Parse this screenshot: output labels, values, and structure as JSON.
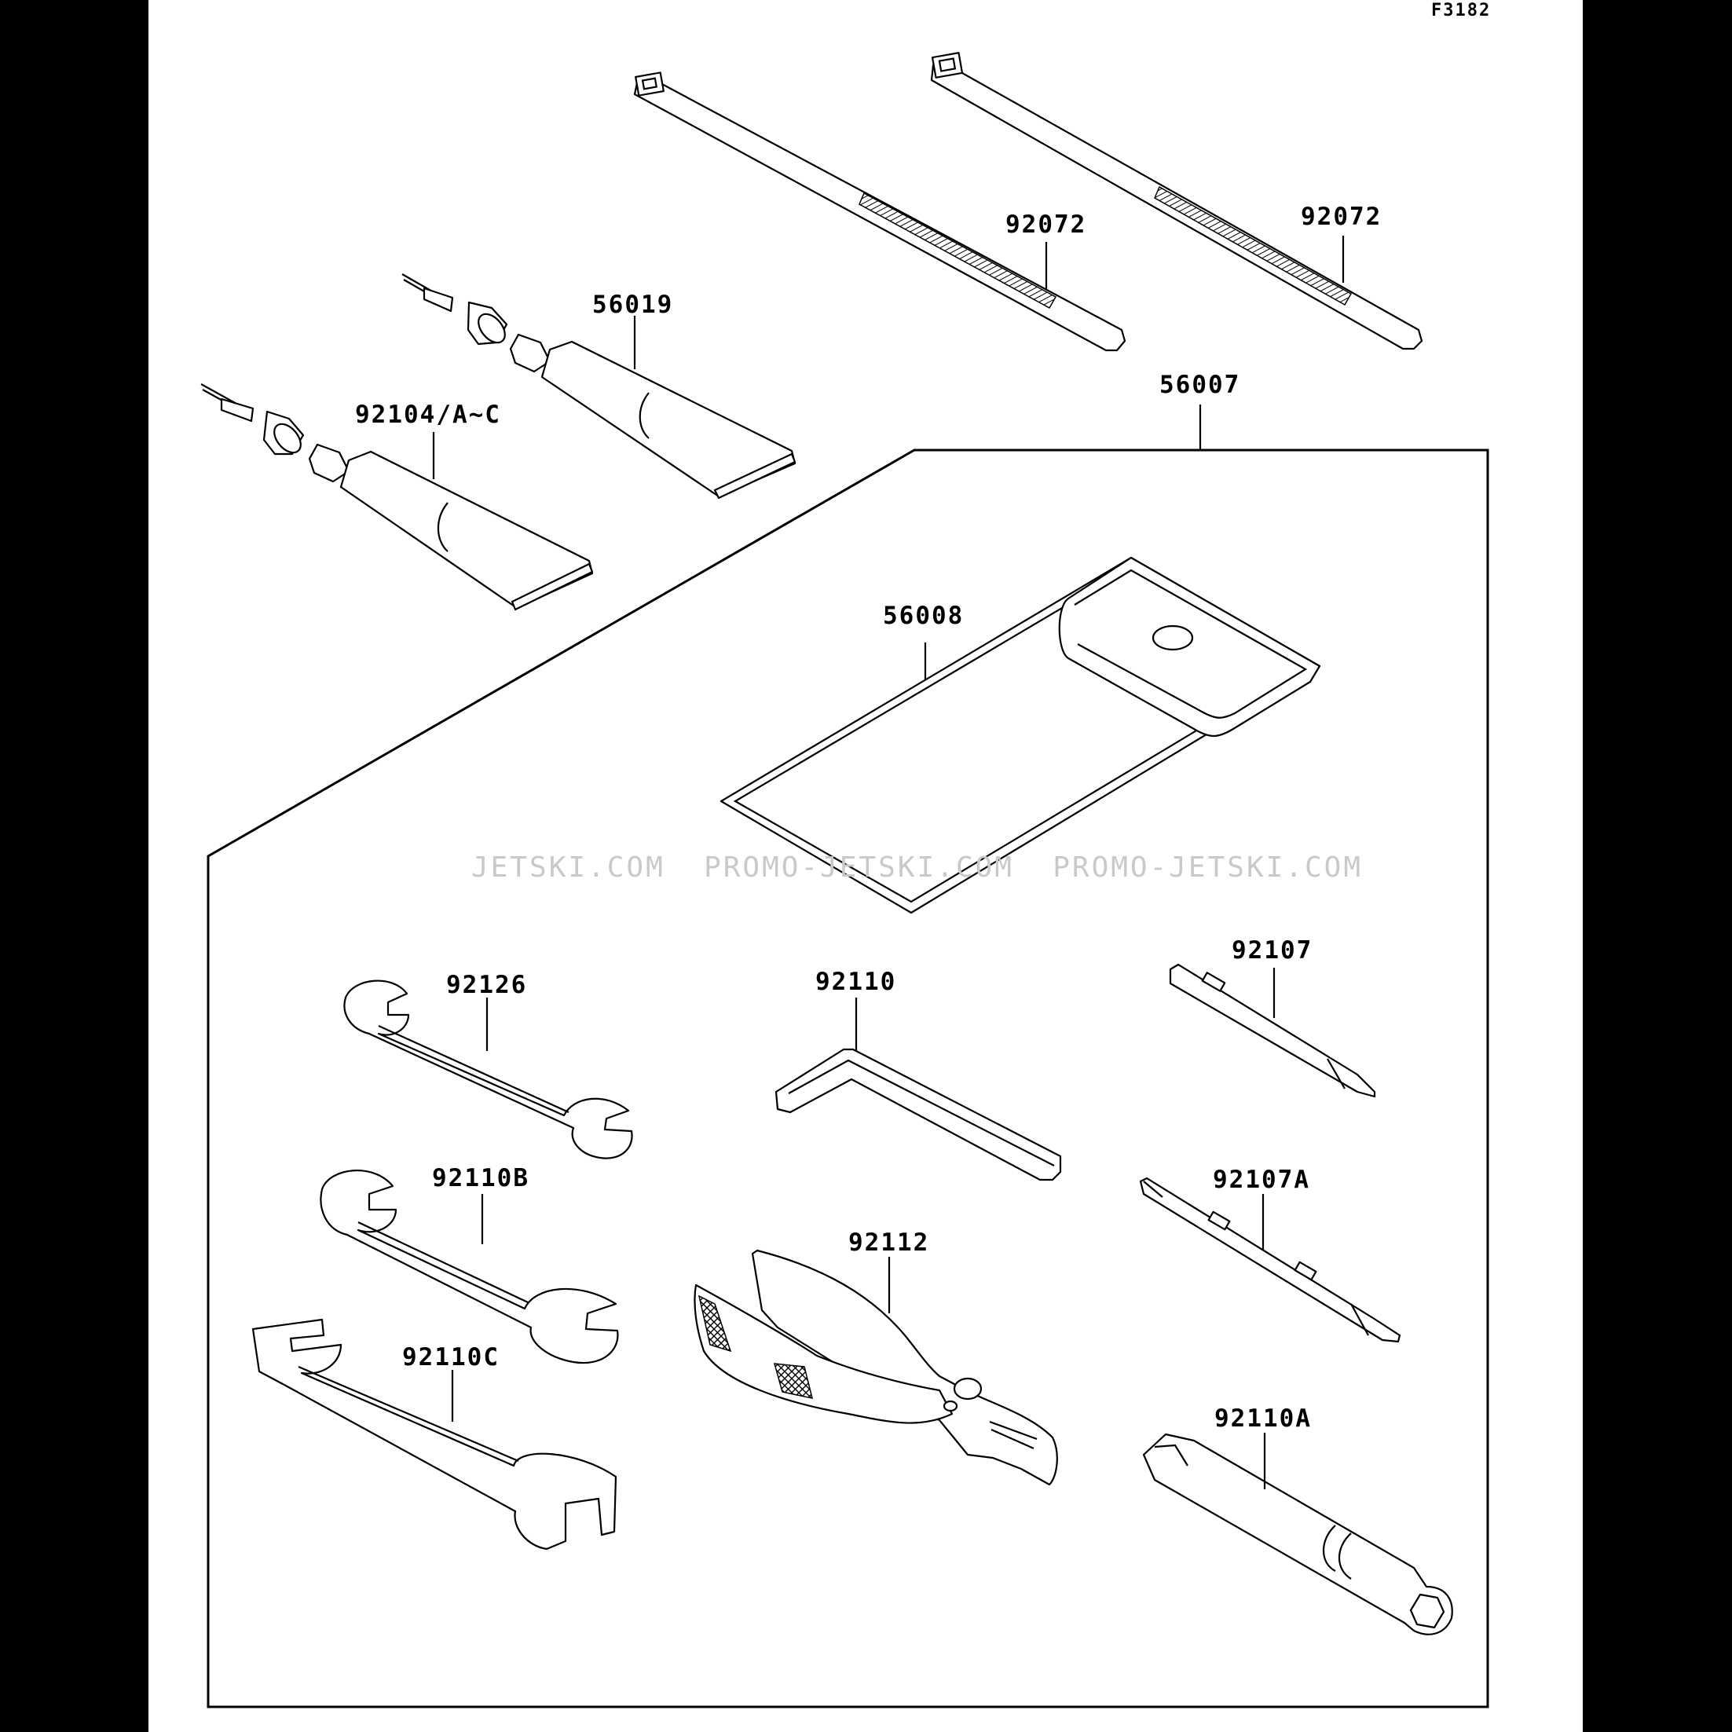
{
  "figure_code": "F3182",
  "watermark": "JETSKI.COM  PROMO-JETSKI.COM  PROMO-JETSKI.COM",
  "parts": [
    {
      "id": "92072a",
      "label": "92072",
      "icon": "cable-tie-icon"
    },
    {
      "id": "92072b",
      "label": "92072",
      "icon": "cable-tie-icon"
    },
    {
      "id": "56019",
      "label": "56019",
      "icon": "grease-tube-icon"
    },
    {
      "id": "92104",
      "label": "92104/A~C",
      "icon": "grease-tube-icon"
    },
    {
      "id": "56007",
      "label": "56007",
      "icon": "tool-kit-box"
    },
    {
      "id": "56008",
      "label": "56008",
      "icon": "tool-bag-icon"
    },
    {
      "id": "92126",
      "label": "92126",
      "icon": "wrench-icon"
    },
    {
      "id": "92110",
      "label": "92110",
      "icon": "hex-key-icon"
    },
    {
      "id": "92107",
      "label": "92107",
      "icon": "screwdriver-bit-icon"
    },
    {
      "id": "92110B",
      "label": "92110B",
      "icon": "wrench-icon"
    },
    {
      "id": "92107A",
      "label": "92107A",
      "icon": "screwdriver-bit-icon"
    },
    {
      "id": "92112",
      "label": "92112",
      "icon": "pliers-icon"
    },
    {
      "id": "92110C",
      "label": "92110C",
      "icon": "wrench-icon"
    },
    {
      "id": "92110A",
      "label": "92110A",
      "icon": "spark-plug-wrench-icon"
    }
  ]
}
